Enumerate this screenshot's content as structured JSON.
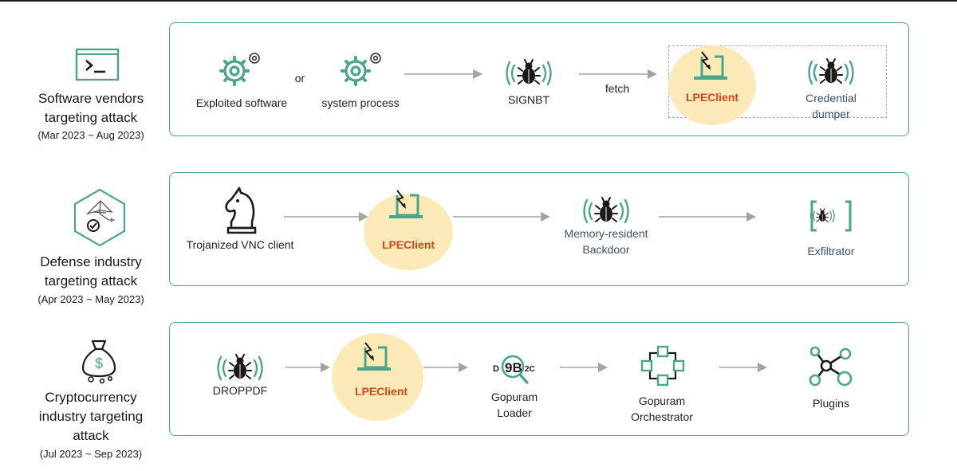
{
  "colors": {
    "accent_green": "#4aa58a",
    "lpe_red": "#d9441c",
    "glow": "#fbeab8",
    "arrow": "#a3a3a3",
    "blue_text": "#3d4f6b"
  },
  "rows": [
    {
      "title_lines": [
        "Software vendors",
        "targeting attack"
      ],
      "date": "(Mar 2023 ~ Aug 2023)",
      "side_icon": "terminal-icon",
      "nodes": {
        "exploited": "Exploited software",
        "or": "or",
        "system": "system process",
        "signbt": "SIGNBT",
        "fetch": "fetch",
        "lpe": "LPEClient",
        "cred_1": "Credential",
        "cred_2": "dumper"
      }
    },
    {
      "title_lines": [
        "Defense industry",
        "targeting attack"
      ],
      "date": "(Apr 2023 ~ May 2023)",
      "side_icon": "defense-drone-icon",
      "nodes": {
        "vnc": "Trojanized VNC client",
        "lpe": "LPEClient",
        "mem_1": "Memory-resident",
        "mem_2": "Backdoor",
        "exfil": "Exfiltrator"
      }
    },
    {
      "title_lines": [
        "Cryptocurrency",
        "industry targeting",
        "attack"
      ],
      "date": "(Jul 2023 ~ Sep 2023)",
      "side_icon": "money-bag-icon",
      "nodes": {
        "droppdf": "DROPPDF",
        "lpe": "LPEClient",
        "loader_1": "Gopuram",
        "loader_2": "Loader",
        "loader_glyph_left": "D",
        "loader_glyph_mid": "9B",
        "loader_glyph_right": "2C",
        "orch_1": "Gopuram",
        "orch_2": "Orchestrator",
        "plugins": "Plugins"
      }
    }
  ]
}
